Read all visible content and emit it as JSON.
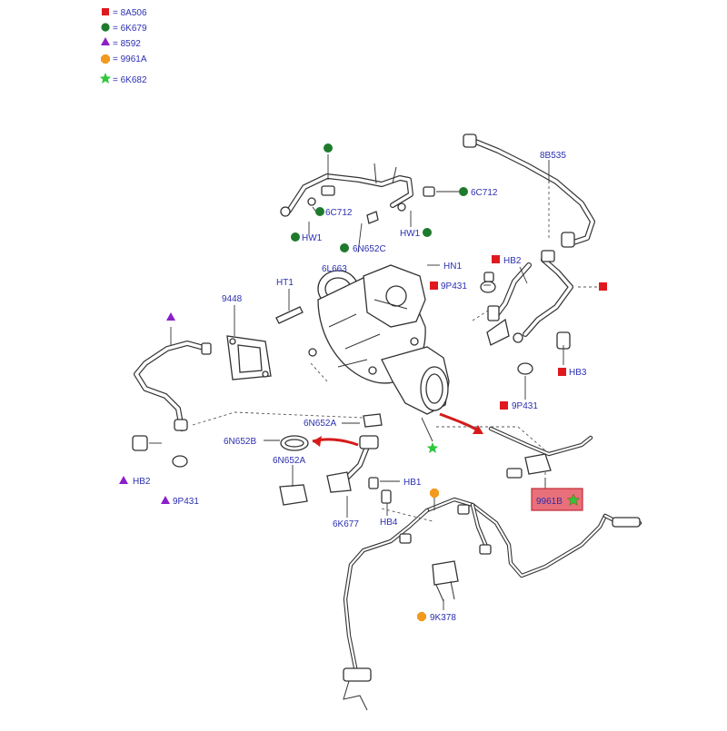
{
  "legend": [
    {
      "symbol": "square",
      "color": "#e0191f",
      "text": "= 8A506"
    },
    {
      "symbol": "circle",
      "color": "#1e7a2c",
      "text": "= 6K679"
    },
    {
      "symbol": "triangle",
      "color": "#8a1fc7",
      "text": "= 8592"
    },
    {
      "symbol": "octagon",
      "color": "#f39a1e",
      "text": "= 9961A"
    },
    {
      "symbol": "star",
      "color": "#2fc63c",
      "text": "= 6K682"
    }
  ],
  "callouts": {
    "c_8B535": "8B535",
    "c_6C712_a": "6C712",
    "c_6C712_b": "6C712",
    "c_HW1_a": "HW1",
    "c_HW1_b": "HW1",
    "c_6N652C": "6N652C",
    "c_6L663": "6L663",
    "c_HN1": "HN1",
    "c_HB2_top": "HB2",
    "c_9P431_top": "9P431",
    "c_9448": "9448",
    "c_HT1": "HT1",
    "c_HB3": "HB3",
    "c_9P431_right": "9P431",
    "c_6N652A_a": "6N652A",
    "c_6N652B": "6N652B",
    "c_6N652A_b": "6N652A",
    "c_HB1": "HB1",
    "c_6K677": "6K677",
    "c_HB4": "HB4",
    "c_HB2_left": "HB2",
    "c_9P431_left": "9P431",
    "c_9961B": "9961B",
    "c_9K378": "9K378"
  },
  "colors": {
    "label": "#2b2fb0",
    "highlight_fill": "#e8707a",
    "highlight_border": "#c22c37",
    "arrow": "#d61a1a"
  }
}
